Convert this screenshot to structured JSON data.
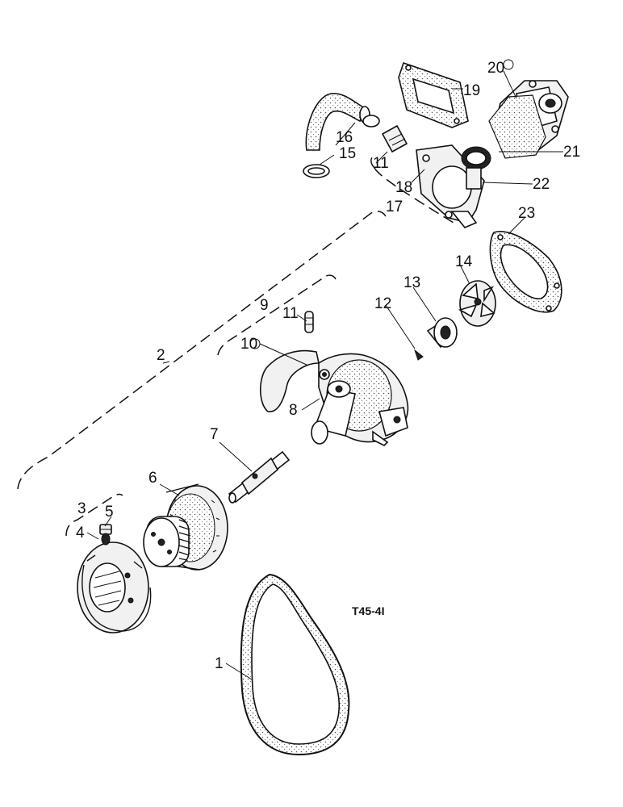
{
  "reference": "T45-4I",
  "callouts": [
    {
      "key": "c1",
      "label": "1"
    },
    {
      "key": "c2",
      "label": "2"
    },
    {
      "key": "c3",
      "label": "3"
    },
    {
      "key": "c4",
      "label": "4"
    },
    {
      "key": "c5",
      "label": "5"
    },
    {
      "key": "c6",
      "label": "6"
    },
    {
      "key": "c7",
      "label": "7"
    },
    {
      "key": "c8",
      "label": "8"
    },
    {
      "key": "c9",
      "label": "9"
    },
    {
      "key": "c10",
      "label": "10"
    },
    {
      "key": "c11a",
      "label": "11"
    },
    {
      "key": "c11b",
      "label": "11"
    },
    {
      "key": "c12",
      "label": "12"
    },
    {
      "key": "c13",
      "label": "13"
    },
    {
      "key": "c14",
      "label": "14"
    },
    {
      "key": "c15",
      "label": "15"
    },
    {
      "key": "c16",
      "label": "16"
    },
    {
      "key": "c17",
      "label": "17"
    },
    {
      "key": "c18",
      "label": "18"
    },
    {
      "key": "c19",
      "label": "19"
    },
    {
      "key": "c20",
      "label": "20"
    },
    {
      "key": "c21",
      "label": "21"
    },
    {
      "key": "c22",
      "label": "22"
    },
    {
      "key": "c23",
      "label": "23"
    }
  ]
}
